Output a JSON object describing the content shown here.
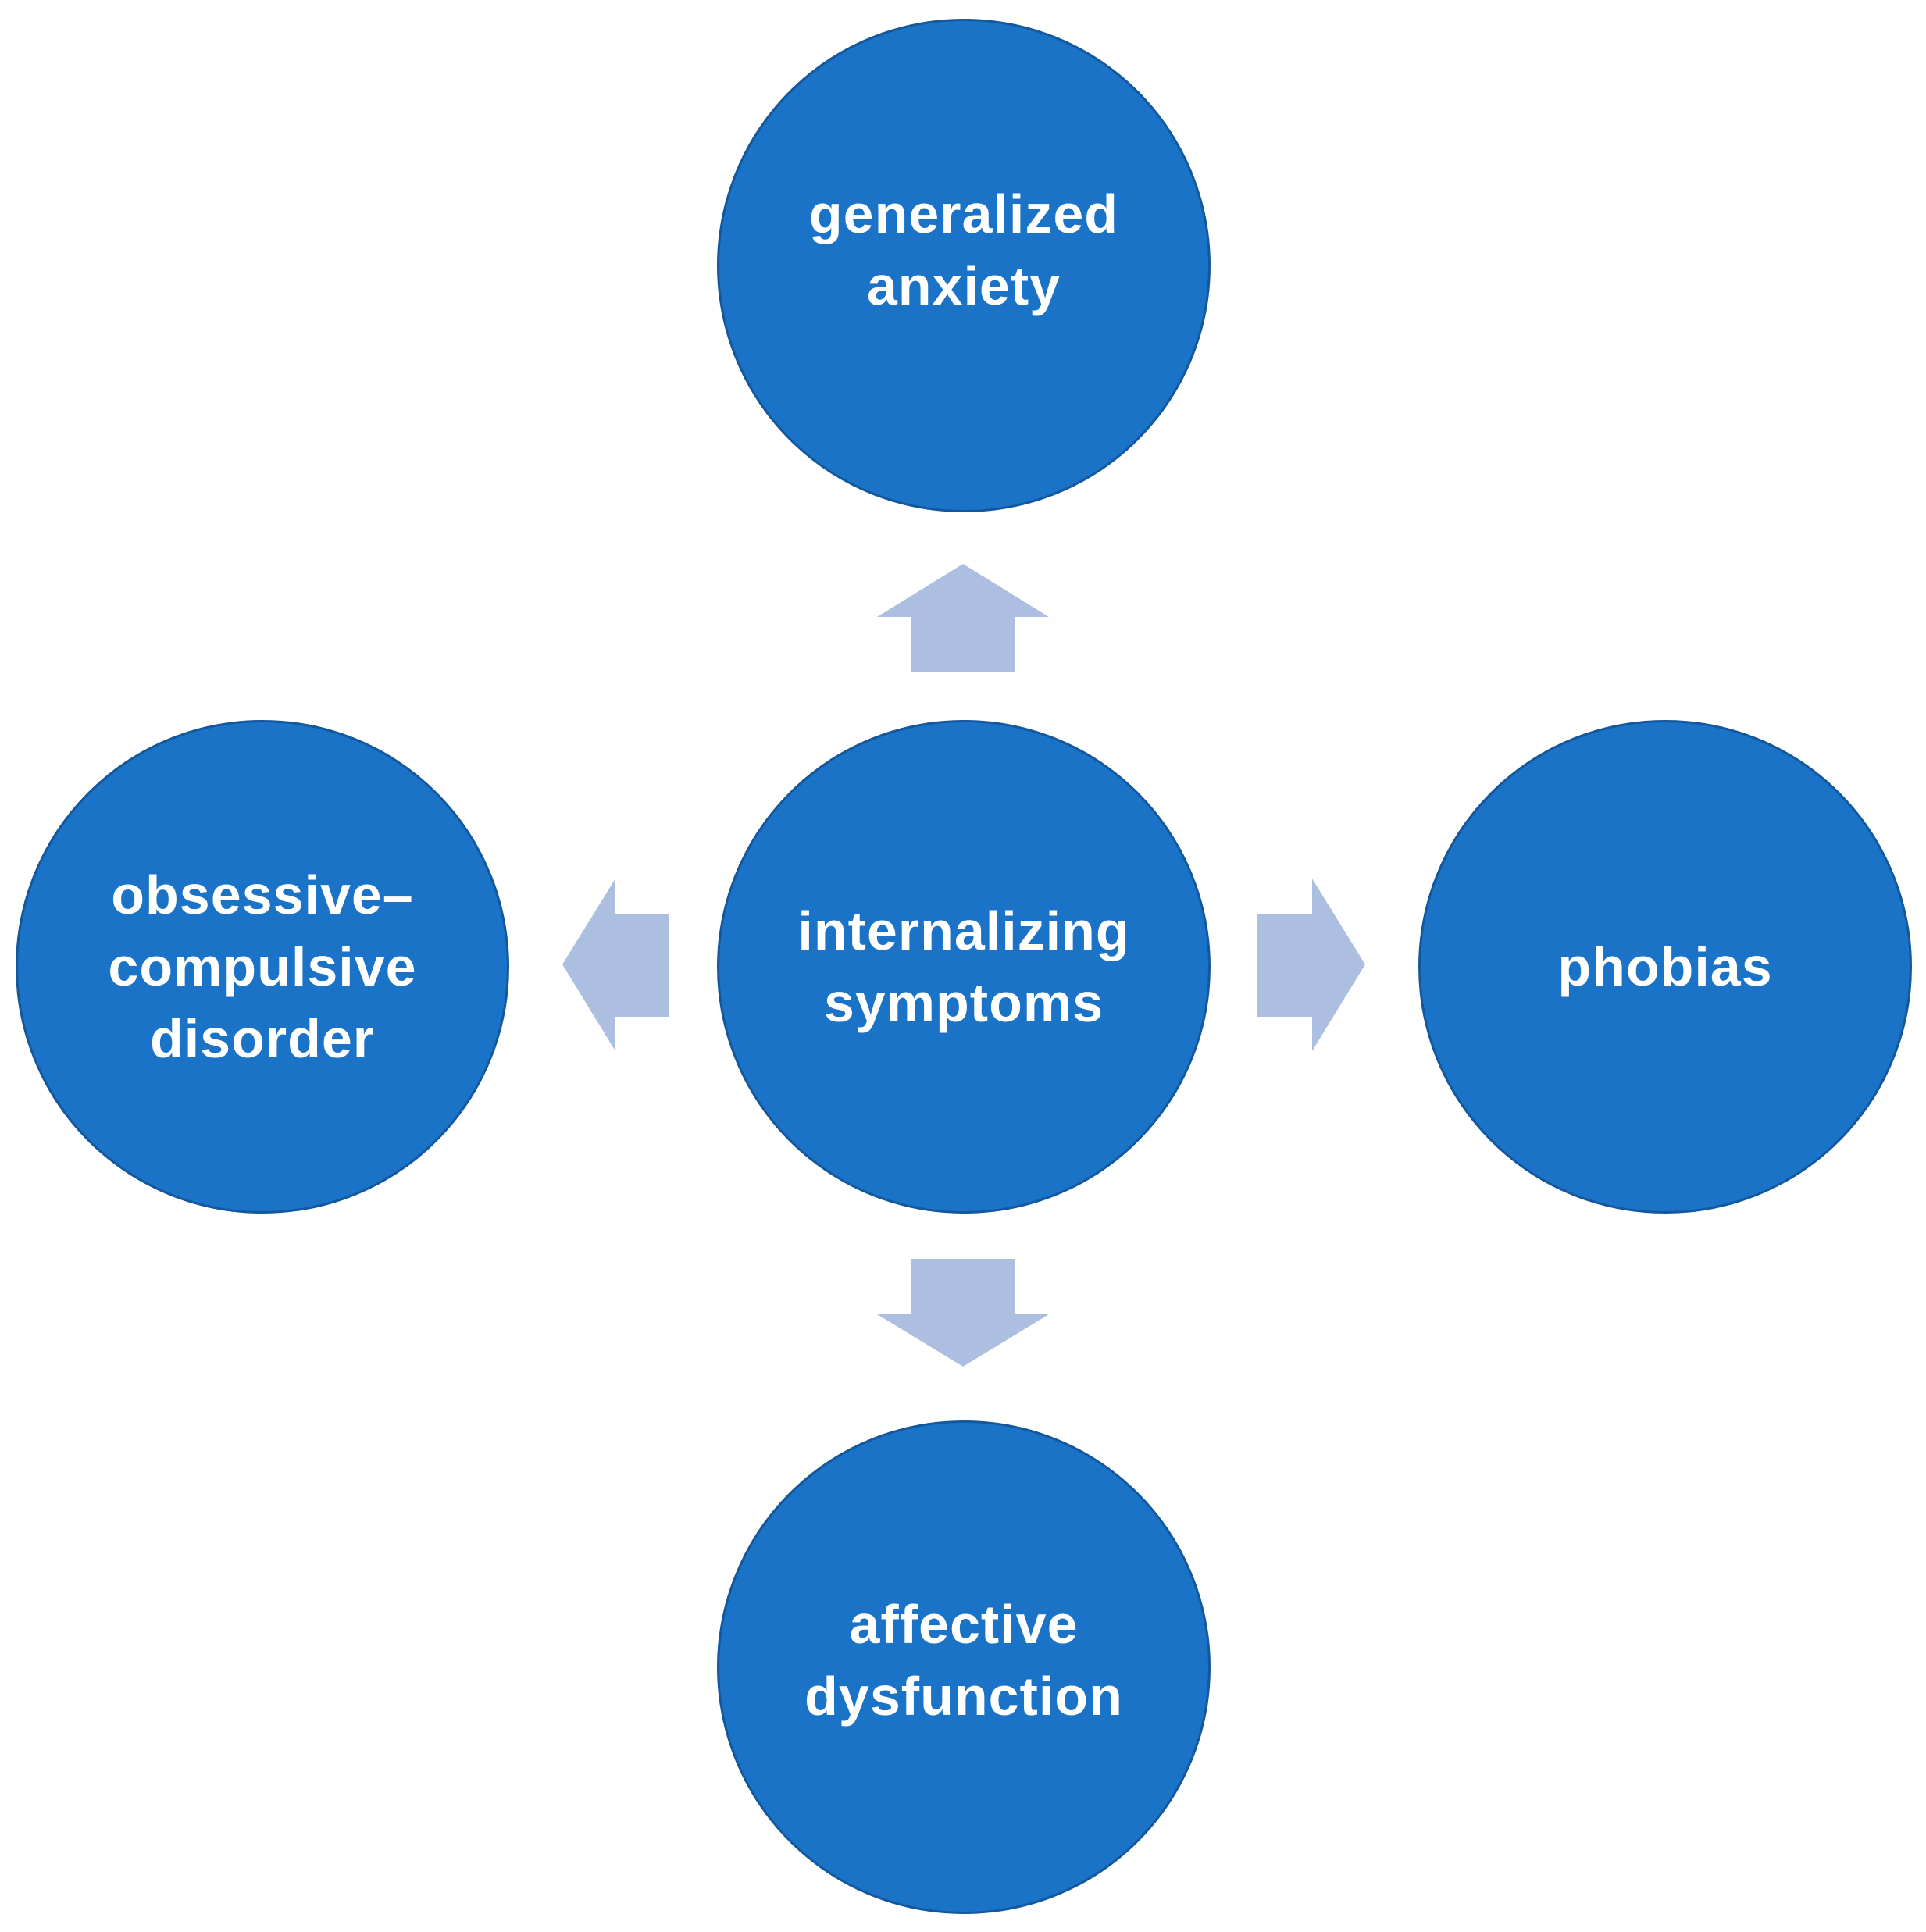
{
  "colors": {
    "node_fill": "#1a73c7",
    "arrow_fill": "#adbfe0",
    "text": "#ffffff",
    "background": "#ffffff"
  },
  "center": {
    "lines": [
      "internalizing",
      "symptoms"
    ]
  },
  "outer": {
    "top": {
      "lines": [
        "generalized",
        "anxiety"
      ]
    },
    "right": {
      "lines": [
        "phobias"
      ]
    },
    "bottom": {
      "lines": [
        "affective",
        "dysfunction"
      ]
    },
    "left": {
      "lines": [
        "obsessive–",
        "compulsive",
        "disorder"
      ]
    }
  },
  "arrows": [
    "up",
    "right",
    "down",
    "left"
  ]
}
